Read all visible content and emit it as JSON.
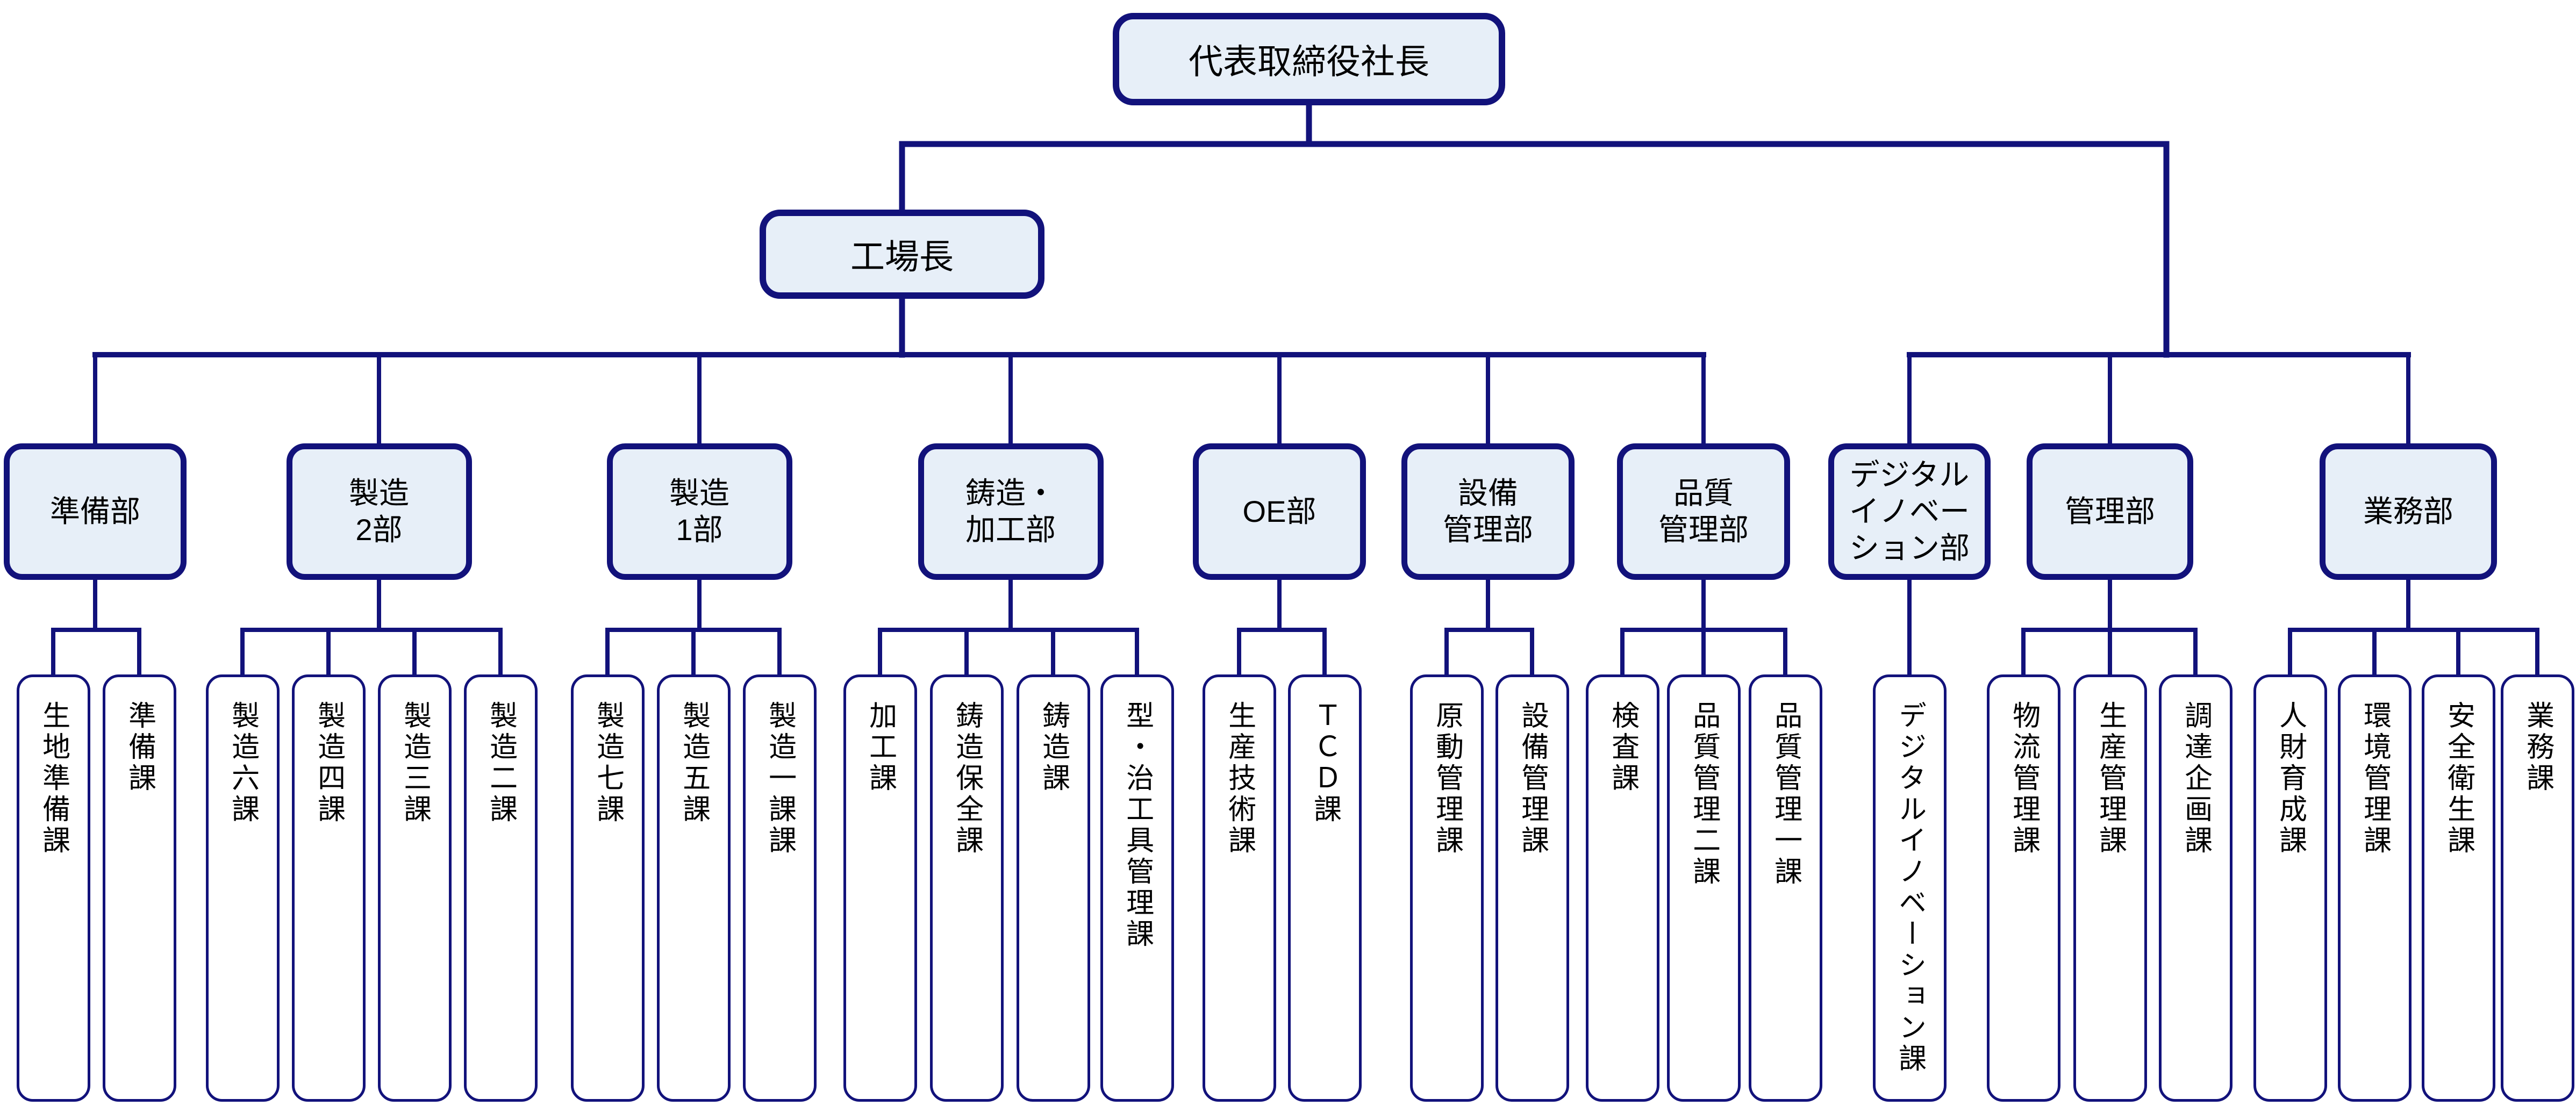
{
  "org": {
    "president": "代表取締役社長",
    "factory_manager": "工場長",
    "departments": [
      {
        "label": "準備部",
        "lines": [
          "準備部"
        ],
        "reports_to": "factory_manager",
        "sections": [
          "生地準備課",
          "準備課"
        ]
      },
      {
        "label": "製造2部",
        "lines": [
          "製造",
          "2部"
        ],
        "reports_to": "factory_manager",
        "sections": [
          "製造六課",
          "製造四課",
          "製造三課",
          "製造二課"
        ]
      },
      {
        "label": "製造1部",
        "lines": [
          "製造",
          "1部"
        ],
        "reports_to": "factory_manager",
        "sections": [
          "製造七課",
          "製造五課",
          "製造一課課"
        ]
      },
      {
        "label": "鋳造・加工部",
        "lines": [
          "鋳造・",
          "加工部"
        ],
        "reports_to": "factory_manager",
        "sections": [
          "加工課",
          "鋳造保全課",
          "鋳造課",
          "型・治工具管理課"
        ]
      },
      {
        "label": "OE部",
        "lines": [
          "OE部"
        ],
        "reports_to": "factory_manager",
        "sections": [
          "生産技術課",
          "ＴＣＤ課"
        ]
      },
      {
        "label": "設備管理部",
        "lines": [
          "設備",
          "管理部"
        ],
        "reports_to": "factory_manager",
        "sections": [
          "原動管理課",
          "設備管理課"
        ]
      },
      {
        "label": "品質管理部",
        "lines": [
          "品質",
          "管理部"
        ],
        "reports_to": "factory_manager",
        "sections": [
          "検査課",
          "品質管理二課",
          "品質管理一課"
        ]
      },
      {
        "label": "デジタルイノベーション部",
        "lines": [
          "デジタル",
          "イノベー",
          "ション部"
        ],
        "reports_to": "president",
        "sections": [
          "デジタルイノベーション課"
        ]
      },
      {
        "label": "管理部",
        "lines": [
          "管理部"
        ],
        "reports_to": "president",
        "sections": [
          "物流管理課",
          "生産管理課",
          "調達企画課"
        ]
      },
      {
        "label": "業務部",
        "lines": [
          "業務部"
        ],
        "reports_to": "president",
        "sections": [
          "人財育成課",
          "環境管理課",
          "安全衛生課",
          "業務課"
        ]
      }
    ]
  },
  "colors": {
    "border": "#12127b",
    "line": "#12127b",
    "node_fill": "#e7eff8",
    "section_fill": "#ffffff",
    "text": "#000000",
    "background": "#ffffff"
  }
}
